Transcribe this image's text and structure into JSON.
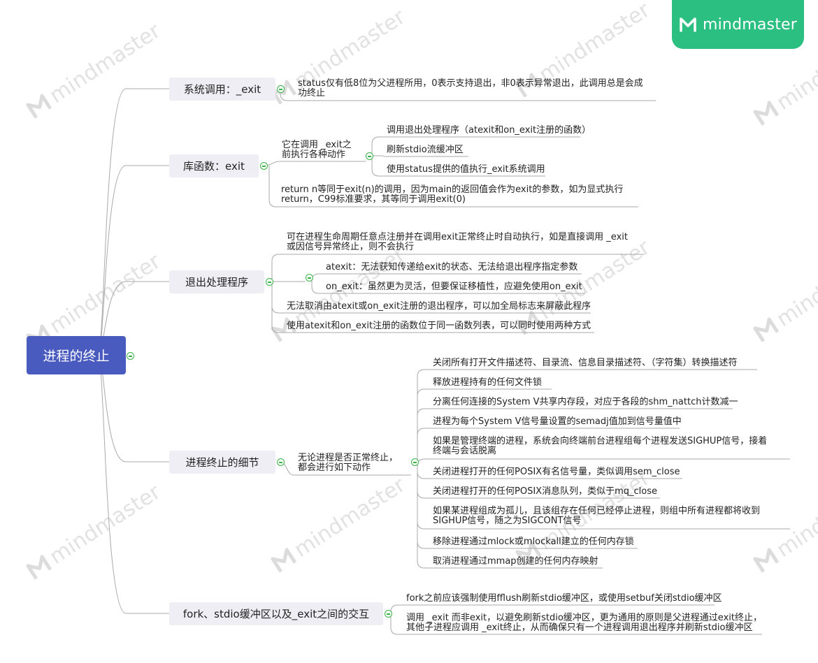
{
  "brand": {
    "name": "mindmaster"
  },
  "watermark": "mindmaster",
  "root": {
    "label": "进程的终止"
  },
  "branches": [
    {
      "label": "系统调用：_exit",
      "children": [
        "status仅有低8位为父进程所用，0表示支持退出，非0表示异常退出，此调用总是会成|功终止"
      ]
    },
    {
      "label": "库函数：exit",
      "sub": {
        "label": "它在调用 _exit之|前执行各种动作",
        "children": [
          "调用退出处理程序（atexit和on_exit注册的函数）",
          "刷新stdio流缓冲区",
          "使用status提供的值执行_exit系统调用"
        ]
      },
      "children": [
        "return n等同于exit(n)的调用，因为main的返回值会作为exit的参数，如为显式执行|return，C99标准要求，其等同于调用exit(0)"
      ]
    },
    {
      "label": "退出处理程序",
      "children": [
        "可在进程生命周期任意点注册并在调用exit正常终止时自动执行，如是直接调用 _exit|或因信号异常终止，则不会执行"
      ],
      "sub_children": [
        "atexit：无法获知传递给exit的状态、无法给退出程序指定参数",
        "on_exit：虽然更为灵活，但要保证移植性，应避免使用on_exit"
      ],
      "children2": [
        "无法取消由atexit或on_exit注册的退出程序，可以加全局标志来屏蔽此程序",
        "使用atexit和on_exit注册的函数位于同一函数列表，可以同时使用两种方式"
      ]
    },
    {
      "label": "进程终止的细节",
      "sub": {
        "label": "无论进程是否正常终止，|都会进行如下动作",
        "children": [
          "关闭所有打开文件描述符、目录流、信息目录描述符、（字符集）转换描述符",
          "释放进程持有的任何文件锁",
          "分离任何连接的System V共享内存段，对应于各段的shm_nattch计数减一",
          "进程为每个System V信号量设置的semadj值加到信号量值中",
          "如果是管理终端的进程，系统会向终端前台进程组每个进程发送SIGHUP信号，接着|终端与会话脱离",
          "关闭进程打开的任何POSIX有名信号量，类似调用sem_close",
          "关闭进程打开的任何POSIX消息队列，类似于mq_close",
          "如果某进程组成为孤儿，且该组存在任何已经停止进程，则组中所有进程都将收到|SIGHUP信号，随之为SIGCONT信号",
          "移除进程通过mlock或mlockall建立的任何内存锁",
          "取消进程通过mmap创建的任何内存映射"
        ]
      }
    },
    {
      "label": "fork、stdio缓冲区以及_exit之间的交互",
      "children": [
        "fork之前应该强制使用fflush刷新stdio缓冲区，或使用setbuf关闭stdio缓冲区",
        "调用 _exit 而非exit，以避免刷新stdio缓冲区，更为通用的原则是父进程通过exit终止，|其他子进程应调用  _exit终止，从而确保只有一个进程调用退出程序并刷新stdio缓冲区"
      ]
    }
  ]
}
